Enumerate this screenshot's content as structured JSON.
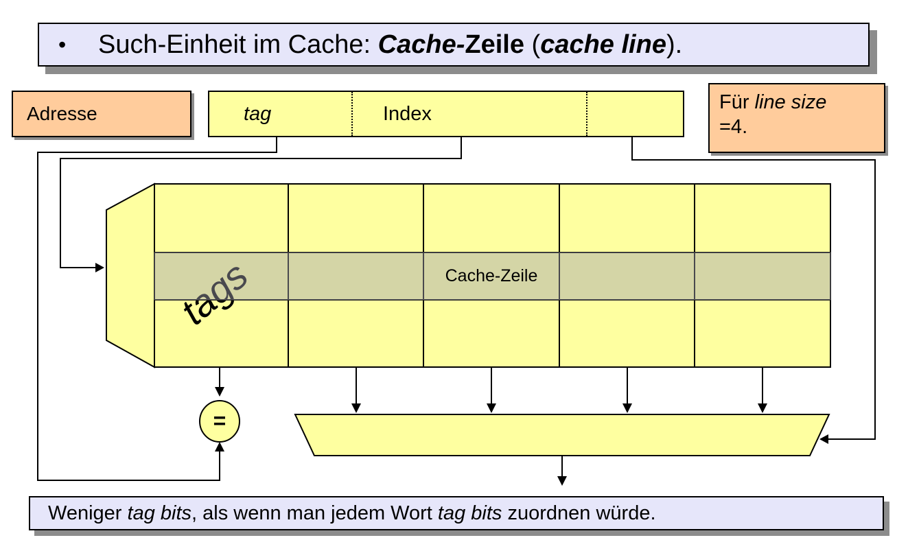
{
  "palette": {
    "yellow": "#feffa0",
    "orange": "#ffcc9c",
    "lavender": "#e6e6fa",
    "shadow": "#8c8c8c",
    "highlight": "rgba(162,162,172,0.45)"
  },
  "title": {
    "bullet": "•",
    "prefix": "Such-Einheit im Cache: ",
    "term_de_italic": "Cache-",
    "term_de_bold": "Zeile",
    "paren_open": " (",
    "term_en": "cache line",
    "paren_close": ")."
  },
  "address": {
    "label": "Adresse",
    "fields": [
      {
        "label": "tag"
      },
      {
        "label": "Index"
      },
      {
        "label": ""
      }
    ]
  },
  "note": {
    "line1_prefix": "Für ",
    "line1_italic": "line size",
    "line2": "=4."
  },
  "cache": {
    "tags_label": "tags",
    "row_label": "Cache-Zeile"
  },
  "comparator": {
    "label": "="
  },
  "footer": {
    "prefix": "Weniger ",
    "italic1": "tag bits",
    "middle": ", als wenn man jedem Wort ",
    "italic2": "tag bits",
    "suffix": " zuordnen würde."
  }
}
